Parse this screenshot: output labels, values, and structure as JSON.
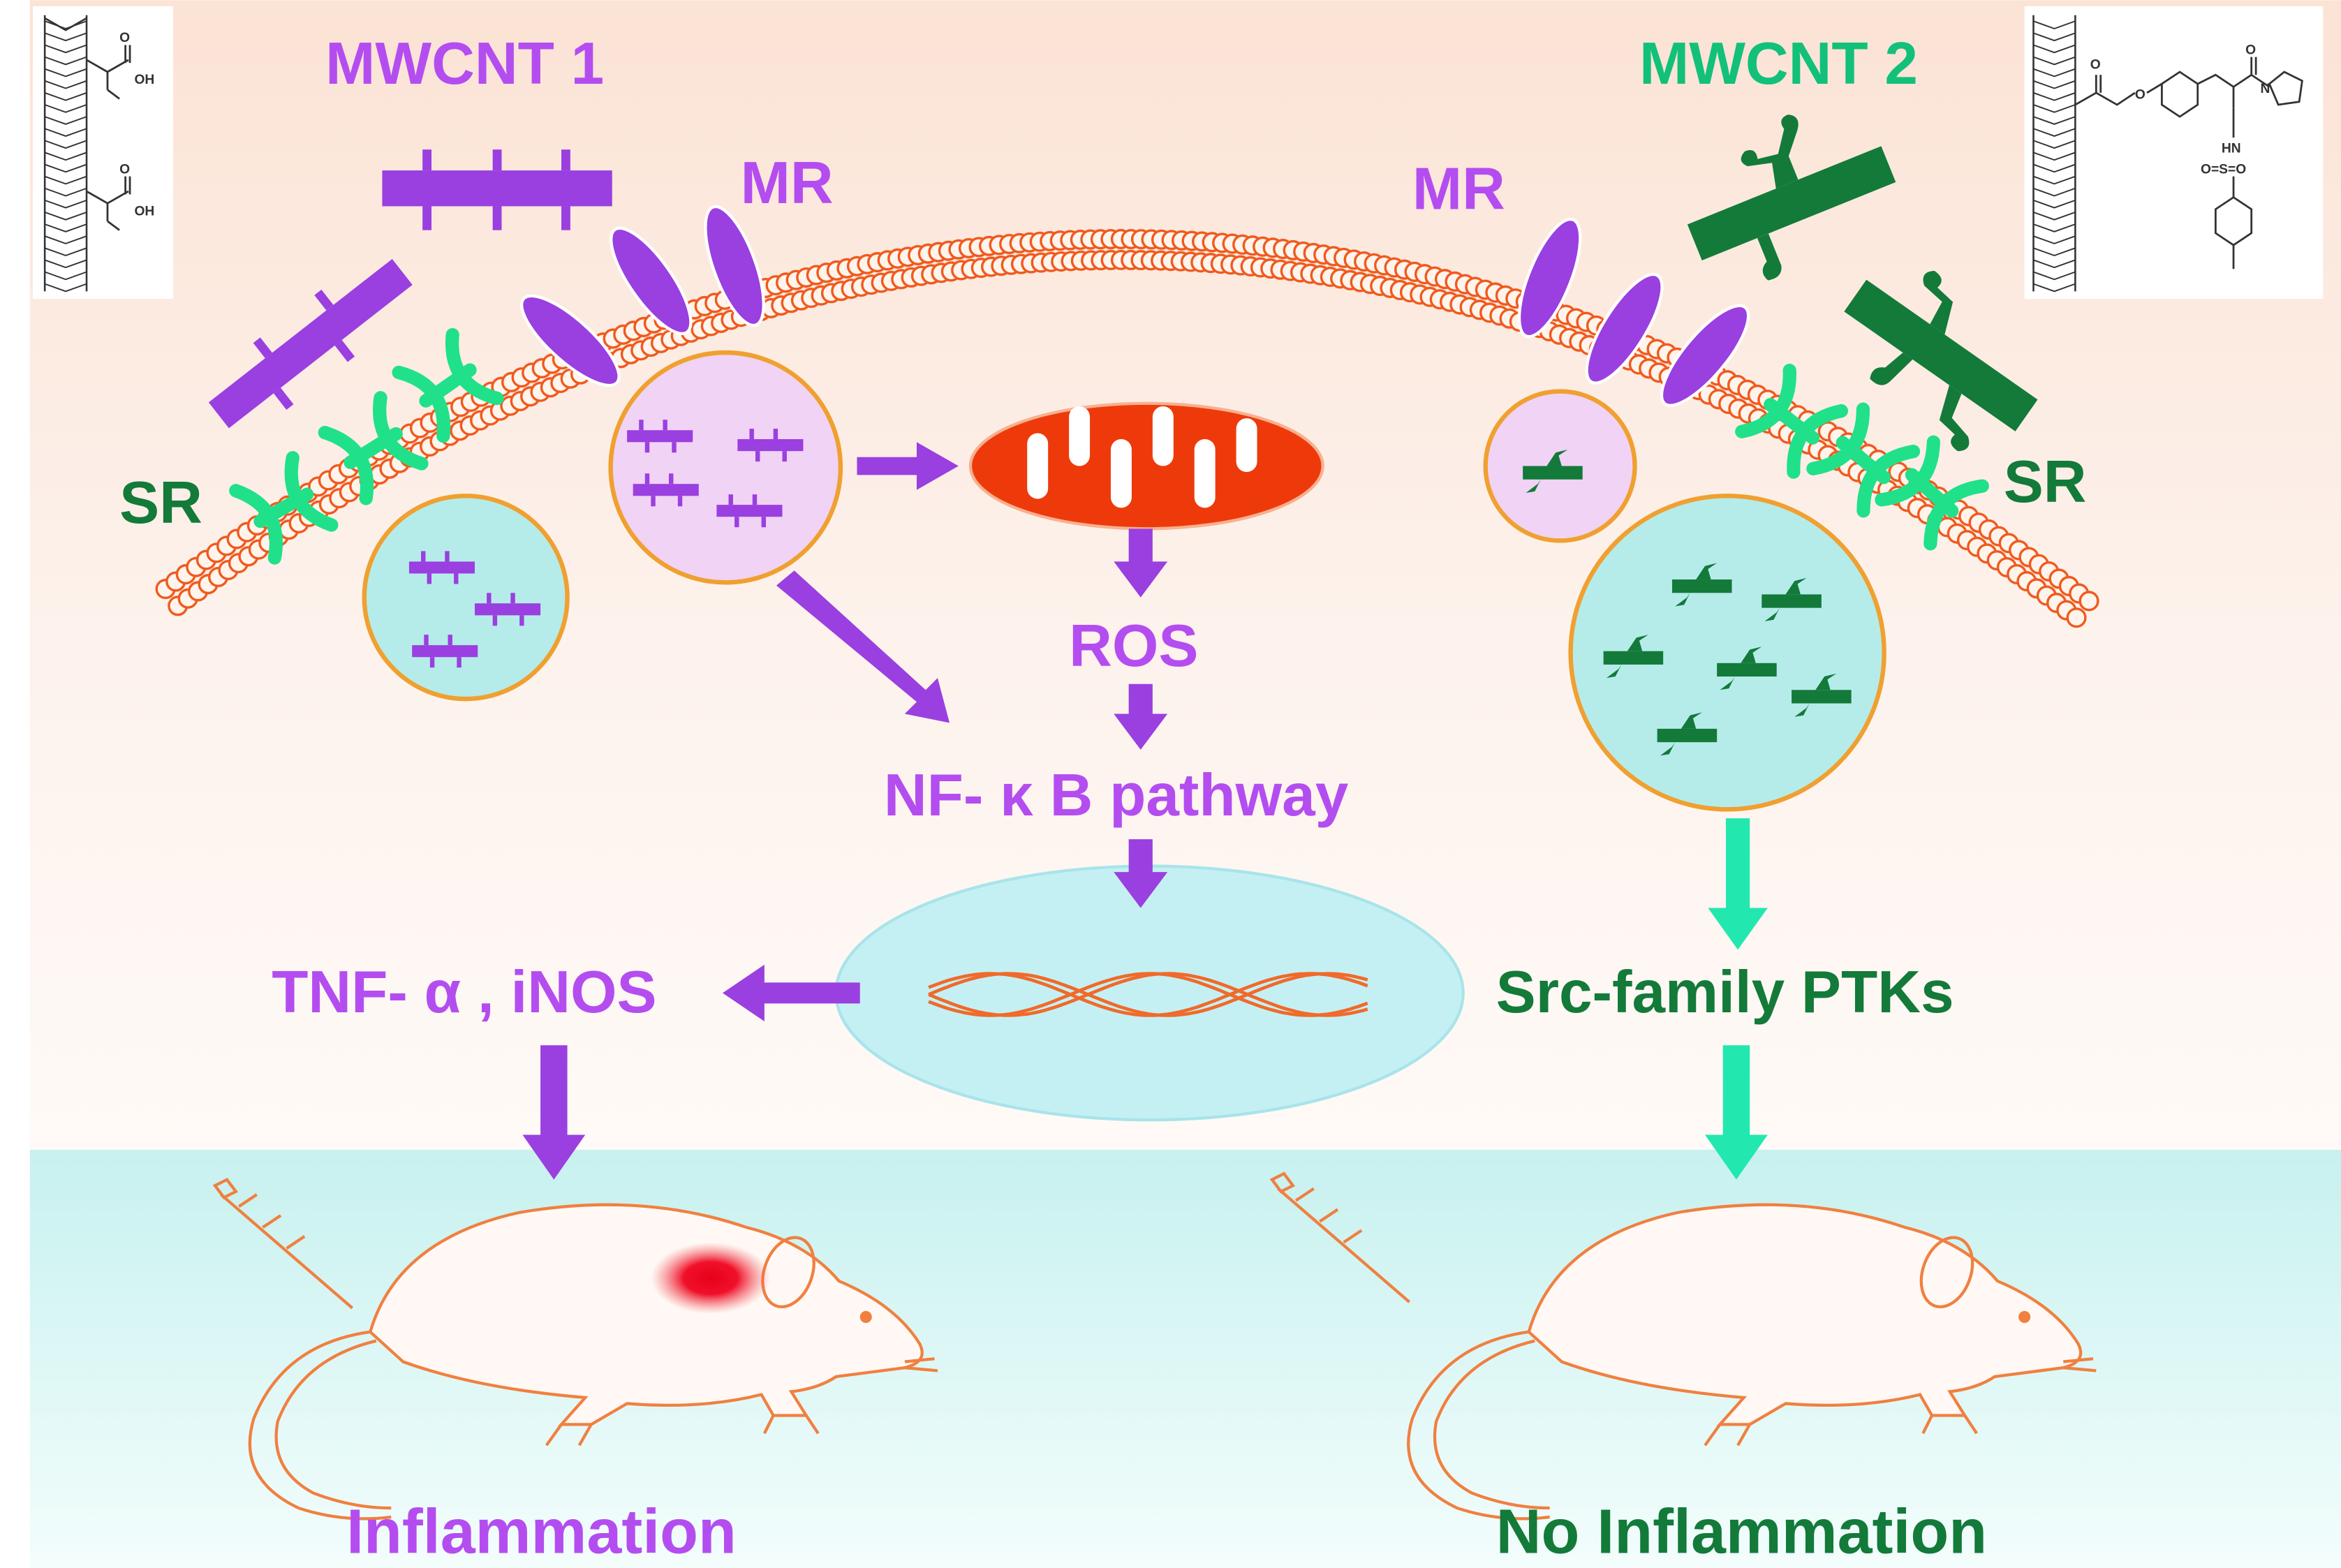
{
  "labels": {
    "mwcnt1": "MWCNT 1",
    "mwcnt2": "MWCNT 2",
    "mr_left": "MR",
    "mr_right": "MR",
    "sr_left": "SR",
    "sr_right": "SR",
    "ros": "ROS",
    "nfkb": "NF- κ B pathway",
    "tnf": "TNF- α , iNOS",
    "src": "Src-family PTKs",
    "inflammation": "Inflammation",
    "no_inflammation": "No Inflammation"
  },
  "structure_labels": {
    "oh_top": "OH",
    "o_top": "O",
    "oh_bottom": "OH",
    "o_bottom": "O",
    "hn": "HN",
    "sulfonyl": "O=S=O",
    "n": "N",
    "o_ester": "O",
    "o_ether": "O",
    "o_amide": "O"
  },
  "colors": {
    "mwcnt1": "#9a3fe0",
    "mwcnt1_text": "#b44df0",
    "mwcnt2": "#137a3a",
    "mwcnt2_text": "#12c07a",
    "sr_receptor": "#21e08a",
    "membrane": "#f05a1e",
    "mitochondrion": "#ee3a0a",
    "vesicle_pink": "#f0d3f5",
    "vesicle_cyan": "#b5ecea",
    "nucleus": "#c5f0f3",
    "arrow_purple": "#9a3fe0",
    "arrow_green": "#22e8b0",
    "mouse_outline": "#f08040",
    "inflammation_spot": "#e8001a"
  }
}
